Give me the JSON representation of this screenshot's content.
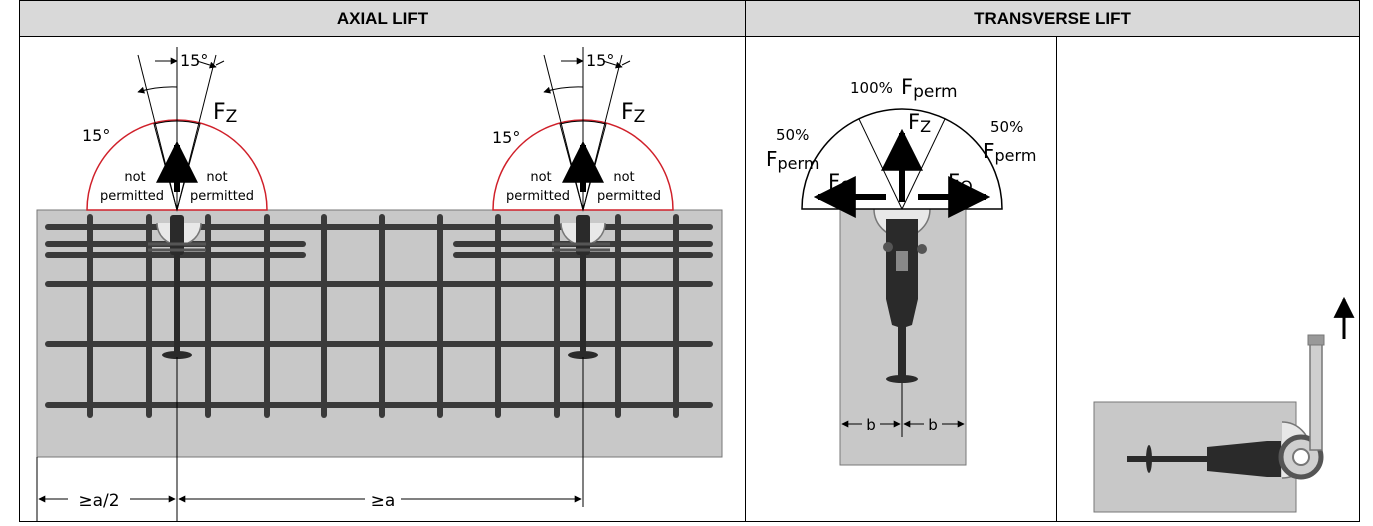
{
  "headers": {
    "axial": "AXIAL LIFT",
    "transverse": "TRANSVERSE LIFT"
  },
  "axial": {
    "angle_right": "15°",
    "angle_left": "15°",
    "force_label": "F",
    "force_sub": "Z",
    "not_word": "not",
    "permitted_word": "permitted",
    "dim_half": "≥a/2",
    "dim_full": "≥a"
  },
  "transverse": {
    "pct_top": "100%",
    "pct_side": "50%",
    "f_letter": "F",
    "perm_sub": "perm",
    "fz_sub": "Z",
    "fq_sub": "Q",
    "dim_b": "b"
  },
  "colors": {
    "concrete": "#c8c8c8",
    "rebar": "#3a3a3a",
    "red_zone": "#d0202a",
    "header_bg": "#d9d9d9"
  }
}
